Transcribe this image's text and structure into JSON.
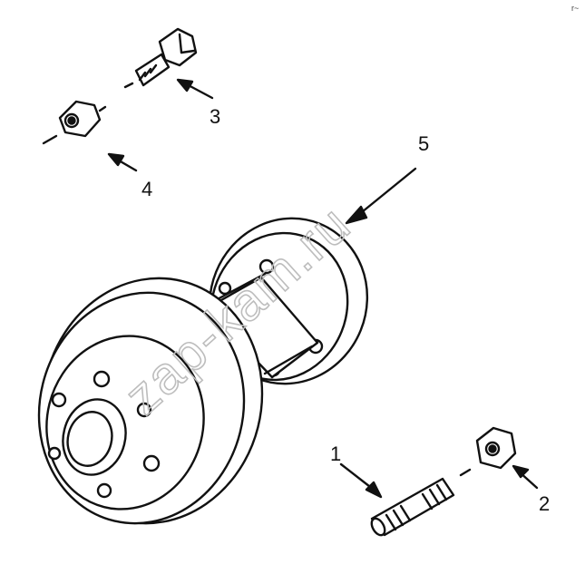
{
  "diagram": {
    "callouts": [
      {
        "id": "1",
        "label": "1",
        "part": "stud"
      },
      {
        "id": "2",
        "label": "2",
        "part": "nut"
      },
      {
        "id": "3",
        "label": "3",
        "part": "bolt"
      },
      {
        "id": "4",
        "label": "4",
        "part": "nut"
      },
      {
        "id": "5",
        "label": "5",
        "part": "coupling-assembly"
      }
    ],
    "watermark": "zap-kam.ru",
    "corner_mark": "r~",
    "colors": {
      "line": "#111111",
      "watermark": "#bdbdbd",
      "background": "#ffffff"
    }
  }
}
